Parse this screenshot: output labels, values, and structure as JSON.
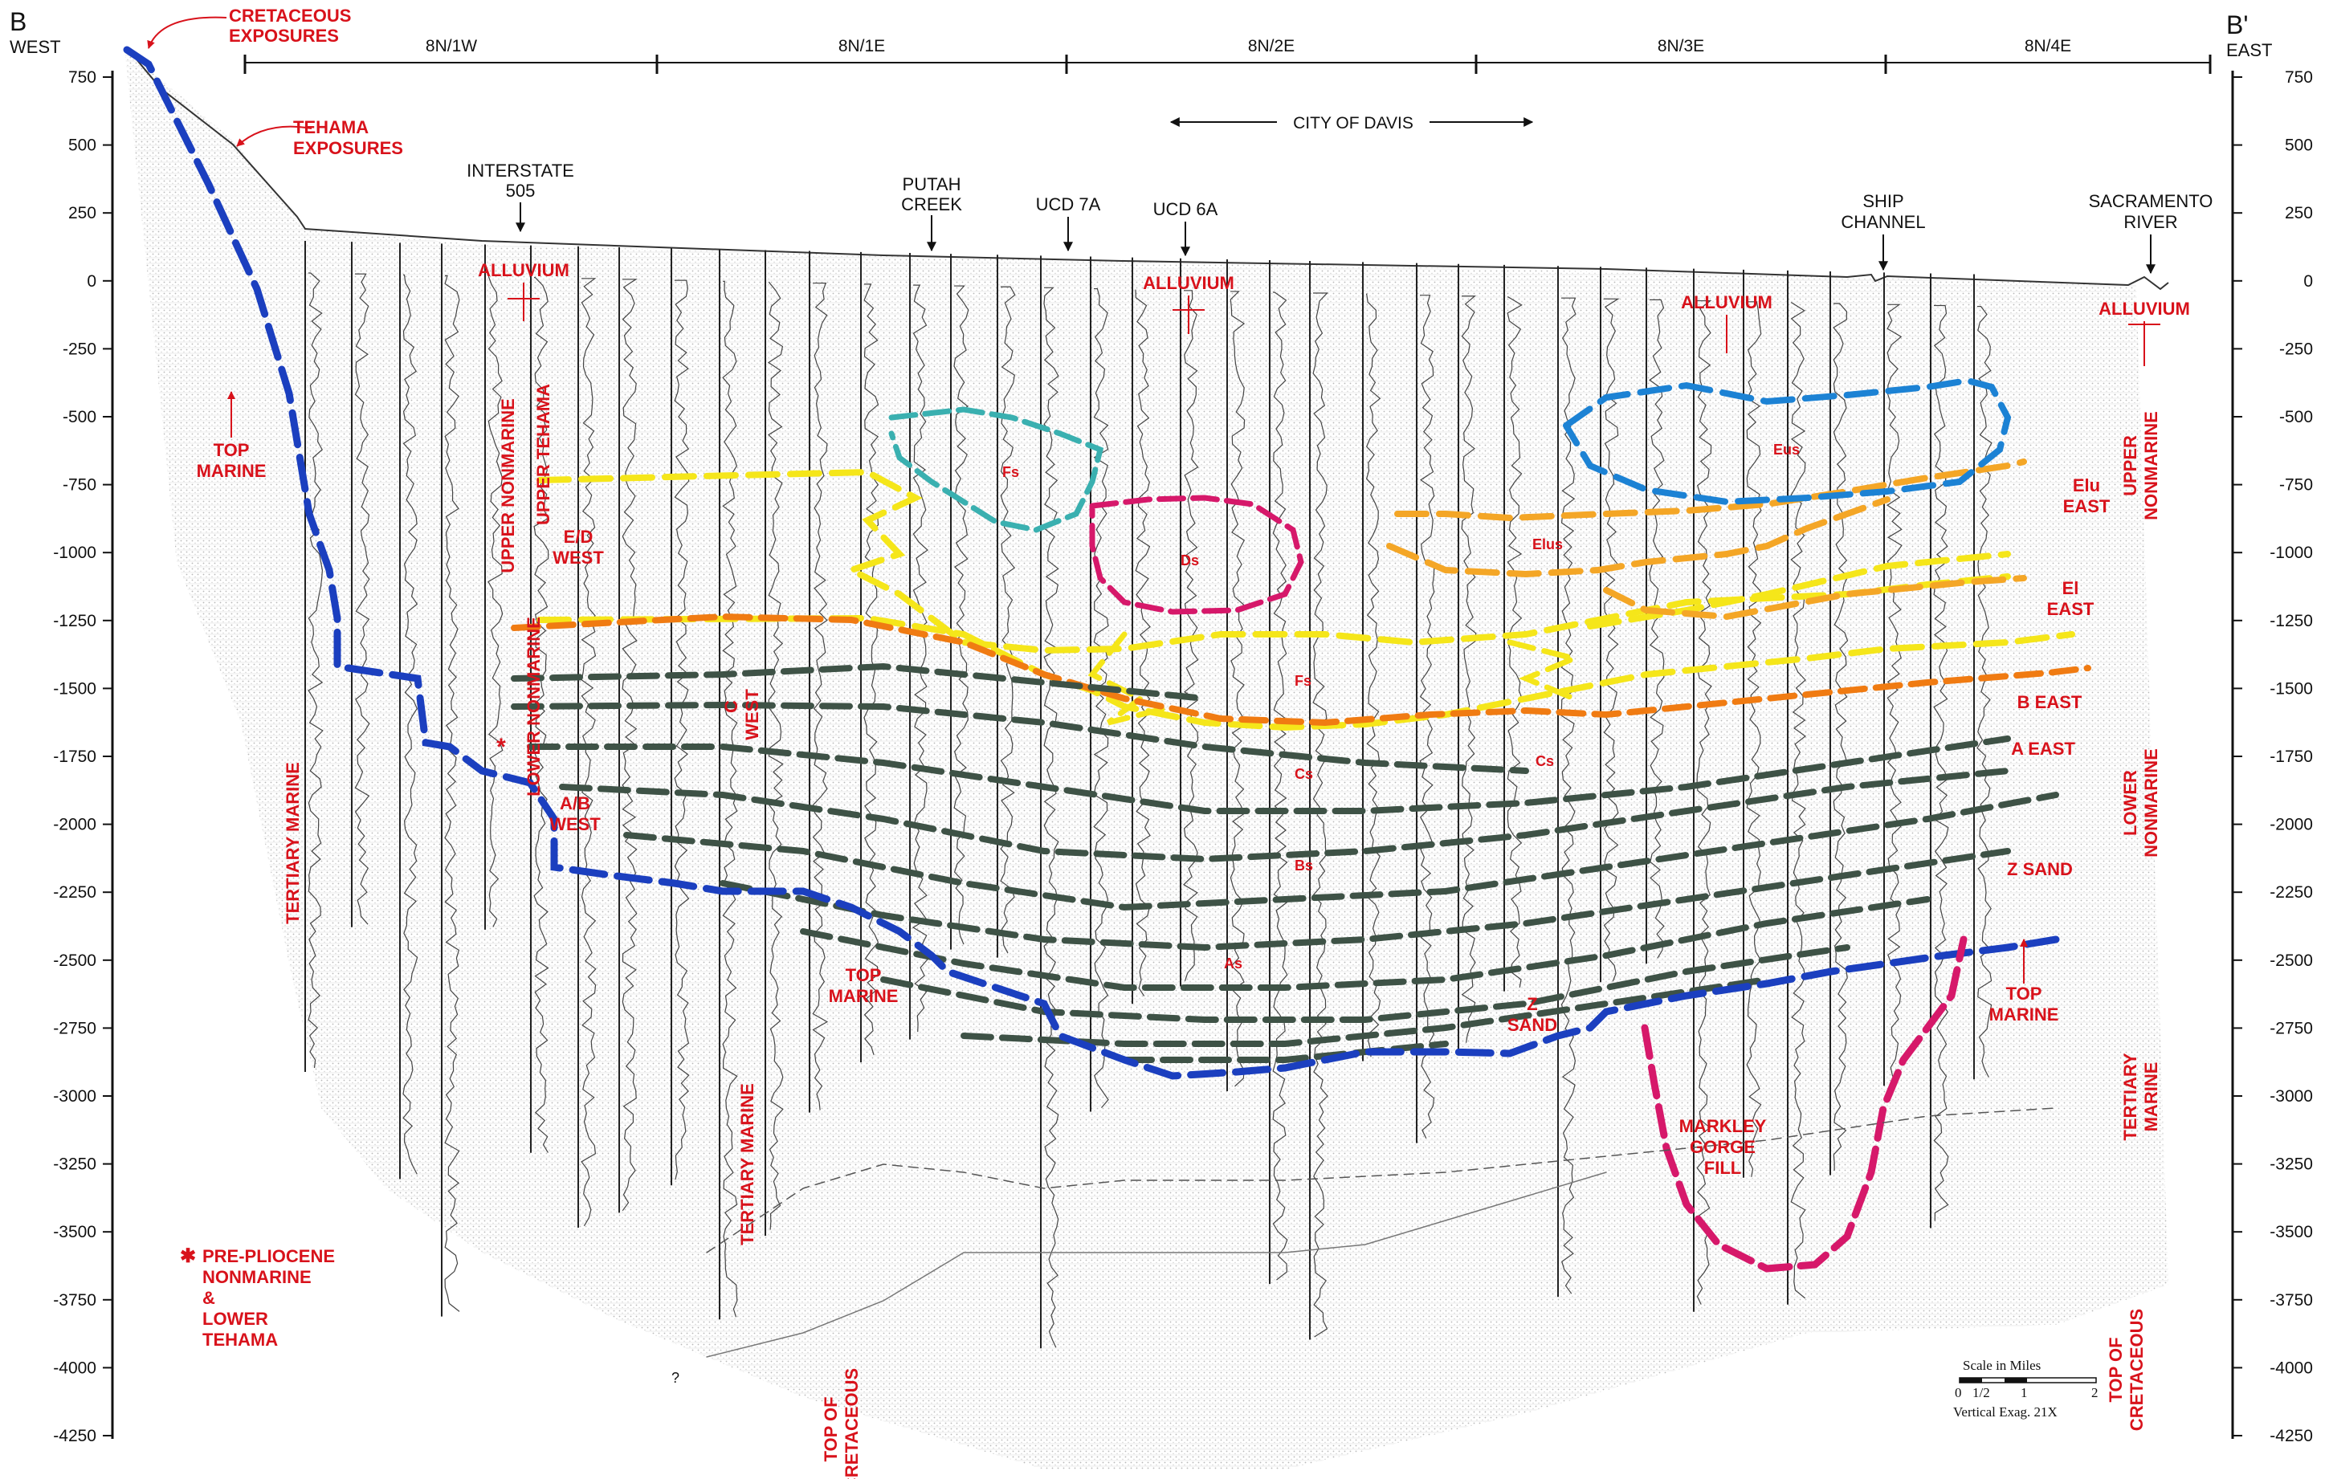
{
  "section": {
    "west_letter": "B",
    "west_label": "WEST",
    "east_letter": "B'",
    "east_label": "EAST"
  },
  "depth_axis": {
    "ticks": [
      "750",
      "500",
      "250",
      "0",
      "-250",
      "-500",
      "-750",
      "-1000",
      "-1250",
      "-1500",
      "-1750",
      "-2000",
      "-2250",
      "-2500",
      "-2750",
      "-3000",
      "-3250",
      "-3500",
      "-3750",
      "-4000",
      "-4250"
    ]
  },
  "townships": [
    "8N/1W",
    "8N/1E",
    "8N/2E",
    "8N/3E",
    "8N/4E"
  ],
  "city_label": "CITY OF DAVIS",
  "landmarks": {
    "interstate": [
      "INTERSTATE",
      "505"
    ],
    "putah": [
      "PUTAH",
      "CREEK"
    ],
    "ucd7a": "UCD 7A",
    "ucd6a": "UCD 6A",
    "ship": [
      "SHIP",
      "CHANNEL"
    ],
    "river": [
      "SACRAMENTO",
      "RIVER"
    ]
  },
  "exposures": {
    "cretaceous": [
      "CRETACEOUS",
      "EXPOSURES"
    ],
    "tehama": [
      "TEHAMA",
      "EXPOSURES"
    ]
  },
  "units": {
    "alluvium": "ALLUVIUM",
    "top_marine": [
      "TOP",
      "MARINE"
    ],
    "tertiary_marine": "TERTIARY MARINE",
    "upper_nonmarine": "UPPER NONMARINE",
    "upper_tehama": "UPPER TEHAMA",
    "lower_nonmarine": "LOWER NONMARINE",
    "ed_west": [
      "E/D",
      "WEST"
    ],
    "c_west": [
      "C",
      "WEST"
    ],
    "ab_west": [
      "A/B",
      "WEST"
    ],
    "z_sand": [
      "Z",
      "SAND"
    ],
    "z_sand_east": "Z SAND",
    "markley": [
      "MARKLEY",
      "GORGE",
      "FILL"
    ],
    "top_cretaceous": [
      "TOP OF",
      "CRETACEOUS"
    ],
    "elu_east": [
      "Elu",
      "EAST"
    ],
    "el_east": [
      "El",
      "EAST"
    ],
    "b_east": "B EAST",
    "a_east": "A EAST",
    "upper_nonmarine_east": [
      "UPPER",
      "NONMARINE"
    ],
    "lower_nonmarine_east": [
      "LOWER",
      "NONMARINE"
    ],
    "tertiary_marine_east": [
      "TERTIARY",
      "MARINE"
    ],
    "top_cretaceous_east": [
      "TOP OF",
      "CRETACEOUS"
    ],
    "star_lower": "LOWER",
    "star": "*",
    "fs_small": "Fs",
    "ds_small": "Ds",
    "elus_small": "Elus",
    "eus_small": "Eus",
    "fs2_small": "Fs",
    "cs_small": "Cs",
    "cs2_small": "Cs",
    "bs_small": "Bs",
    "as_small": "As",
    "question": "?"
  },
  "footnote": [
    "PRE-PLIOCENE",
    "NONMARINE",
    "&",
    "LOWER",
    "TEHAMA"
  ],
  "scale": {
    "title": "Scale in Miles",
    "ticks": [
      "0",
      "1/2",
      "1",
      "2"
    ],
    "exaggeration": "Vertical Exag. 21X"
  },
  "colors": {
    "marine": "#1b3fbf",
    "ed": "#f5e61a",
    "orange_fault": "#f07b12",
    "green_sands": "#3e5246",
    "teal": "#3ab0b0",
    "magenta": "#d6186a",
    "lightorange": "#f4a626",
    "lightblue": "#1c82d4",
    "text_red": "#d8121b"
  }
}
